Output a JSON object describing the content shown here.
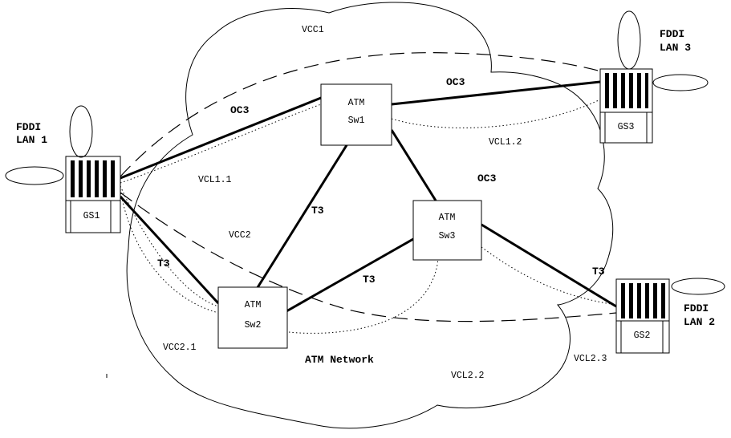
{
  "network": {
    "label": "ATM Network"
  },
  "switches": {
    "sw1": {
      "line1": "ATM",
      "line2": "Sw1"
    },
    "sw2": {
      "line1": "ATM",
      "line2": "Sw2"
    },
    "sw3": {
      "line1": "ATM",
      "line2": "Sw3"
    }
  },
  "gateways": {
    "gs1": {
      "label": "GS1"
    },
    "gs2": {
      "label": "GS2"
    },
    "gs3": {
      "label": "GS3"
    }
  },
  "lans": {
    "lan1": {
      "line1": "FDDI",
      "line2": "LAN 1"
    },
    "lan2": {
      "line1": "FDDI",
      "line2": "LAN 2"
    },
    "lan3": {
      "line1": "FDDI",
      "line2": "LAN 3"
    }
  },
  "links": {
    "oc3_gs1_sw1": "OC3",
    "oc3_sw1_gs3": "OC3",
    "oc3_sw1_sw3": "OC3",
    "t3_sw1_sw2": "T3",
    "t3_gs1_sw2": "T3",
    "t3_sw2_sw3": "T3",
    "t3_sw3_gs2": "T3"
  },
  "connections": {
    "vcc1": "VCC1",
    "vcc2": "VCC2",
    "vcc2_1": "VCC2.1",
    "vcl1_1": "VCL1.1",
    "vcl1_2": "VCL1.2",
    "vcl2_2": "VCL2.2",
    "vcl2_3": "VCL2.3"
  }
}
